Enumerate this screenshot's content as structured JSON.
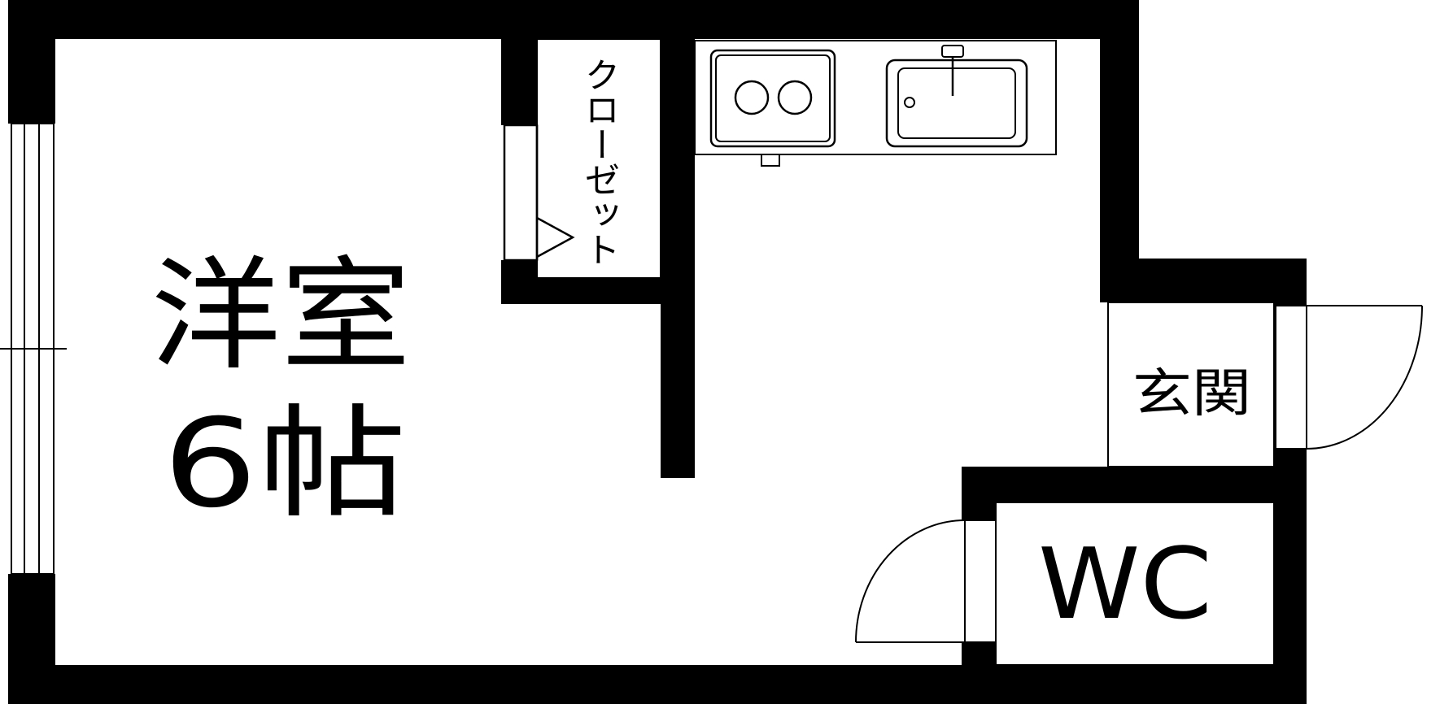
{
  "plan": {
    "rooms": {
      "western_room_name": "洋室",
      "western_room_size": "6帖",
      "closet": "クローゼット",
      "entrance": "玄関",
      "toilet": "WC"
    },
    "colors": {
      "wall": "#000000",
      "background": "#ffffff"
    },
    "icons": [
      "stove-icon",
      "sink-icon",
      "faucet-icon",
      "door-swing-icon",
      "window-icon"
    ]
  }
}
